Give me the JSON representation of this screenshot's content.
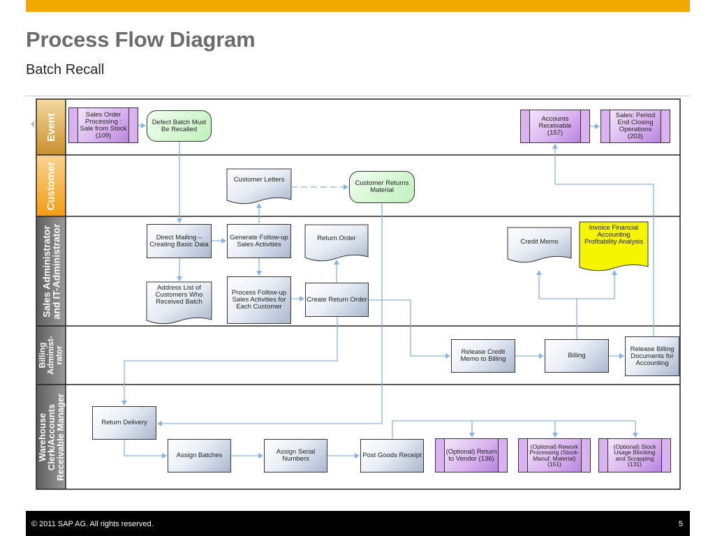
{
  "header": {
    "title": "Process Flow Diagram",
    "subtitle": "Batch Recall"
  },
  "lanes": [
    {
      "label": "Event"
    },
    {
      "label": "Customer"
    },
    {
      "label": "Sales Administrator\nand IT-Administrator"
    },
    {
      "label": "Billing\nAdminist-\nrator"
    },
    {
      "label": "Warehouse\nClerk/Accounts\nReceivable Manager"
    }
  ],
  "nodes": {
    "sales_order": "Sales Order Processing : Sale from Stock (109)",
    "defect_batch": "Defect Batch Must Be Recalled",
    "accounts_receivable": "Accounts Receivable (157)",
    "period_end": "Sales: Period End Closing Operations (203)",
    "customer_letters": "Customer Letters",
    "customer_returns": "Customer Returns Material",
    "direct_mailing": "Direct Mailing – Creating Basic Data",
    "generate_followup": "Generate Follow-up Sales Activities",
    "return_order_doc": "Return Order",
    "credit_memo": "Credit Memo",
    "invoice_fin": "Invoice Financial Accounting Profitability Analysis",
    "address_list": "Address List of Customers Who Received Batch",
    "process_followup": "Process Follow-up Sales Activities for Each Customer",
    "create_return": "Create Return Order",
    "release_credit": "Release Credit Memo to Billing",
    "billing": "Billing",
    "release_billing": "Release Billing Documents for Accounting",
    "return_delivery": "Return Delivery",
    "assign_batches": "Assign Batches",
    "assign_serial": "Assign Serial Numbers",
    "post_goods": "Post Goods Receipt",
    "return_vendor": "(Optional) Return to Vendor (136)",
    "rework": "(Optional) Rework Processing (Stock-Manuf. Material)(151)",
    "stock_usage": "(Optional) Stock Usage Blocking and Scrapping (131)"
  },
  "footer": {
    "copyright": "©  2011 SAP AG. All rights reserved.",
    "page": "5"
  },
  "colors": {
    "accent_bar": "#f0ab00",
    "event_lane": "#d9a442",
    "customer_lane": "#f5a623",
    "other_lanes": "#7a7a7a",
    "connector": "#8ab4e0",
    "invoice_doc": "#f5f500"
  }
}
